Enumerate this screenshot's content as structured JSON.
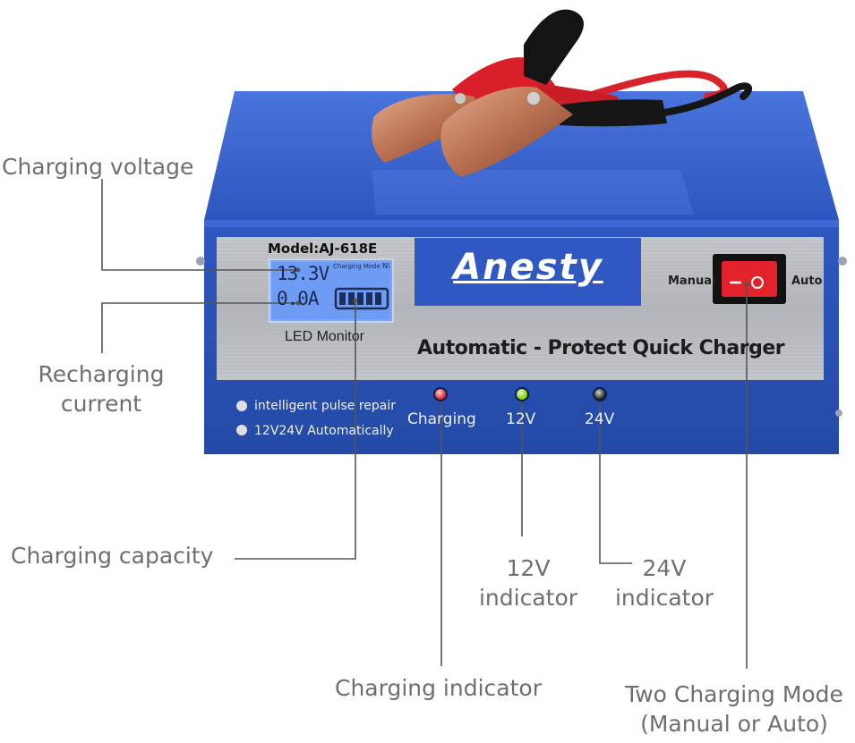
{
  "device": {
    "model": "Model:AJ-618E",
    "lcd_voltage": "13.3V",
    "lcd_current": "0.0A",
    "lcd_mode_label": "Charging Mode",
    "lcd_mode_short": "Ni",
    "lcd_caption": "LED Monitor",
    "brand": "Anesty",
    "title": "Automatic - Protect Quick Charger",
    "switch_left": "Manual",
    "switch_right": "Auto",
    "features": [
      "intelligent pulse repair",
      "12V24V Automatically"
    ],
    "indicators": [
      {
        "label": "Charging",
        "color": "#d8232a"
      },
      {
        "label": "12V",
        "color": "#7fd000"
      },
      {
        "label": "24V",
        "color": "#1c2a1c"
      }
    ]
  },
  "callouts": {
    "charging_voltage": "Charging voltage",
    "recharging_current": [
      "Recharging",
      "current"
    ],
    "charging_capacity": "Charging capacity",
    "v12_indicator": [
      "12V",
      "indicator"
    ],
    "v24_indicator": [
      "24V",
      "indicator"
    ],
    "charging_indicator": "Charging indicator",
    "charging_mode": [
      "Two Charging Mode",
      "(Manual or Auto)"
    ]
  },
  "colors": {
    "case_blue": "#2b52b6",
    "case_top": "#3d66d2",
    "panel_gray": "#b9bcc0",
    "lcd_blue": "#6f9ef6",
    "callout_line": "#555555",
    "callout_text": "#6f6f6f"
  }
}
